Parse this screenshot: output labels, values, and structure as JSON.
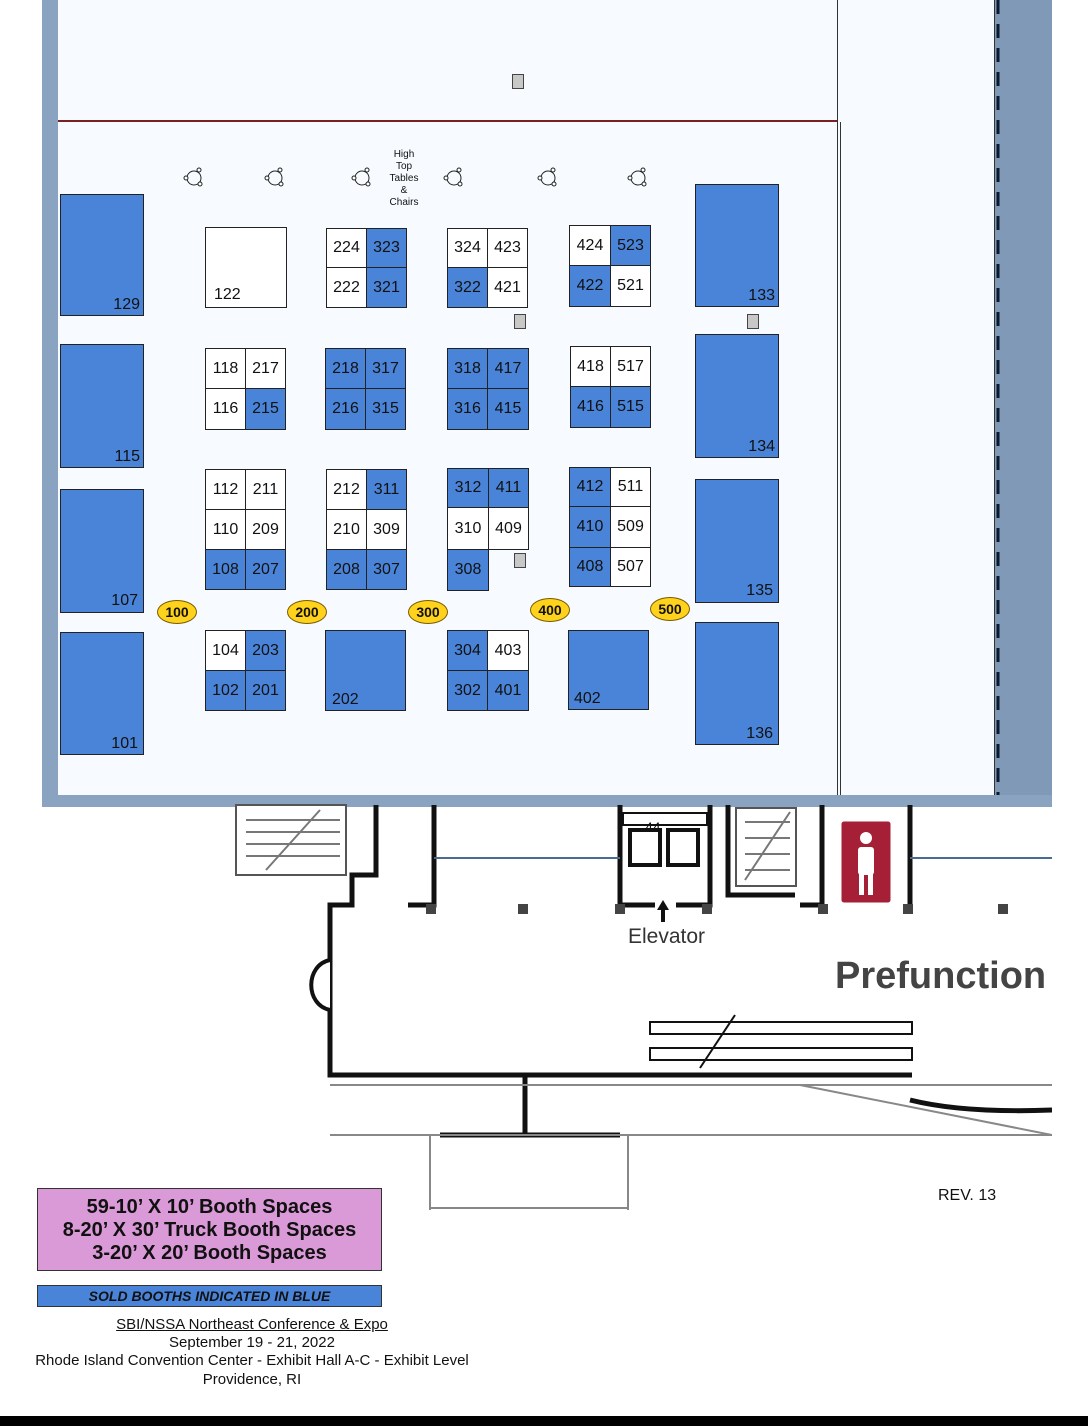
{
  "hall": {
    "high_top_label": [
      "High",
      "Top",
      "Tables",
      "&",
      "Chairs"
    ],
    "rev": "REV. 13",
    "elevator": "Elevator",
    "prefunction": "Prefunction",
    "stair_number": "44"
  },
  "booths": {
    "b122": "122",
    "b224": "224",
    "b323": "323",
    "b222": "222",
    "b321": "321",
    "b324": "324",
    "b423": "423",
    "b322": "322",
    "b421": "421",
    "b424": "424",
    "b523": "523",
    "b422": "422",
    "b521": "521",
    "b118": "118",
    "b217": "217",
    "b116": "116",
    "b215": "215",
    "b218": "218",
    "b317": "317",
    "b216": "216",
    "b315": "315",
    "b318": "318",
    "b417": "417",
    "b316": "316",
    "b415": "415",
    "b418": "418",
    "b517": "517",
    "b416": "416",
    "b515": "515",
    "b112": "112",
    "b211": "211",
    "b110": "110",
    "b209": "209",
    "b108": "108",
    "b207": "207",
    "b212": "212",
    "b311": "311",
    "b210": "210",
    "b309": "309",
    "b208": "208",
    "b307": "307",
    "b312": "312",
    "b411": "411",
    "b310": "310",
    "b409": "409",
    "b308": "308",
    "b412": "412",
    "b511": "511",
    "b410": "410",
    "b509": "509",
    "b408": "408",
    "b507": "507",
    "b104": "104",
    "b203": "203",
    "b102": "102",
    "b201": "201",
    "b202": "202",
    "b304": "304",
    "b403": "403",
    "b302": "302",
    "b401": "401",
    "b402": "402",
    "b129": "129",
    "b115": "115",
    "b107": "107",
    "b101": "101",
    "b133": "133",
    "b134": "134",
    "b135": "135",
    "b136": "136"
  },
  "aisles": [
    "100",
    "200",
    "300",
    "400",
    "500"
  ],
  "legend": {
    "line1": "59-10’ X 10’ Booth Spaces",
    "line2": "8-20’ X 30’ Truck Booth Spaces",
    "line3": "3-20’ X 20’ Booth Spaces",
    "sold": "SOLD BOOTHS INDICATED IN BLUE"
  },
  "event": {
    "name": "SBI/NSSA Northeast Conference & Expo",
    "dates": "September 19 - 21, 2022",
    "venue": "Rhode Island Convention Center - Exhibit Hall A-C - Exhibit Level",
    "city": "Providence, RI"
  },
  "colors": {
    "sold": "#4a84d8",
    "legend": "#da9ad8",
    "aisle": "#ffd21c"
  }
}
